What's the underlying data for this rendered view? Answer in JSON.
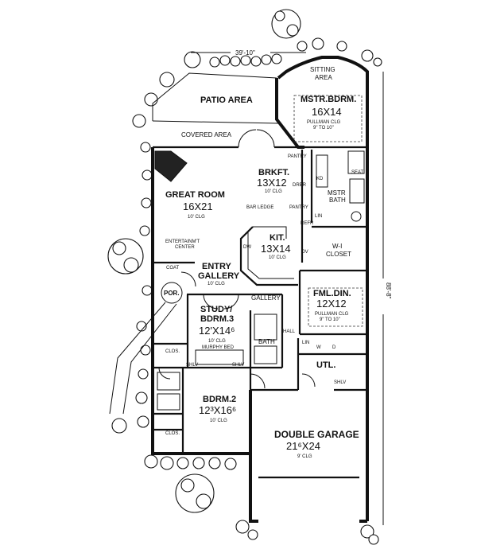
{
  "overall": {
    "width_label": "39'-10\"",
    "depth_label": "88'-8\""
  },
  "rooms": {
    "sitting": {
      "line1": "SITTING",
      "line2": "AREA"
    },
    "patio": {
      "name": "PATIO AREA"
    },
    "covered": {
      "name": "COVERED AREA"
    },
    "master": {
      "name": "MSTR.BDRM.",
      "dims": "16X14",
      "ceiling": "PULLMAN CLG",
      "ceiling2": "9\" TO 10\""
    },
    "great": {
      "name": "GREAT ROOM",
      "dims": "16X21",
      "ceiling": "10' CLG"
    },
    "brkft": {
      "name": "BRKFT.",
      "dims": "13X12",
      "ceiling": "10' CLG"
    },
    "kitchen": {
      "name": "KIT.",
      "dims": "13X14",
      "ceiling": "10' CLG"
    },
    "mbath": {
      "name": "MSTR",
      "name2": "BATH"
    },
    "wi_closet": {
      "name": "W-I",
      "name2": "CLOSET"
    },
    "entry": {
      "name": "ENTRY",
      "name2": "GALLERY",
      "ceiling": "10' CLG"
    },
    "gallery": {
      "name": "GALLERY"
    },
    "por": {
      "name": "POR."
    },
    "fml_din": {
      "name": "FML.DIN.",
      "dims": "12X12",
      "ceiling": "PULLMAN CLG",
      "ceiling2": "9\" TO 10\""
    },
    "study": {
      "name": "STUDY/",
      "name2": "BDRM.3",
      "dims": "12'X14⁶",
      "ceiling": "10' CLG",
      "note": "MURPHY BED"
    },
    "bath": {
      "name": "BATH"
    },
    "utl": {
      "name": "UTL."
    },
    "bdrm2": {
      "name": "BDRM.2",
      "dims": "12³X16⁶",
      "ceiling": "10' CLG"
    },
    "garage": {
      "name": "DOUBLE GARAGE",
      "dims": "21⁶X24",
      "ceiling": "9' CLG"
    }
  },
  "labels": {
    "pantry": "PANTRY",
    "pantry2": "PANTRY",
    "bar_ledge": "BAR LEDGE",
    "entertainment": "ENTERTAINM'T",
    "entertainment2": "CENTER",
    "coat": "COAT",
    "dw": "DW",
    "ov": "OV",
    "refr": "REFR",
    "lin1": "LIN",
    "lin2": "LIN",
    "seat": "SEAT",
    "kd": "KD",
    "drbr": "DRBR",
    "hall": "HALL",
    "clos1": "CLOS.",
    "clos2": "CLOS.",
    "shlv1": "SHLV",
    "shlv2": "SHLV",
    "shlv3": "SHLV",
    "w": "W",
    "d": "D"
  }
}
